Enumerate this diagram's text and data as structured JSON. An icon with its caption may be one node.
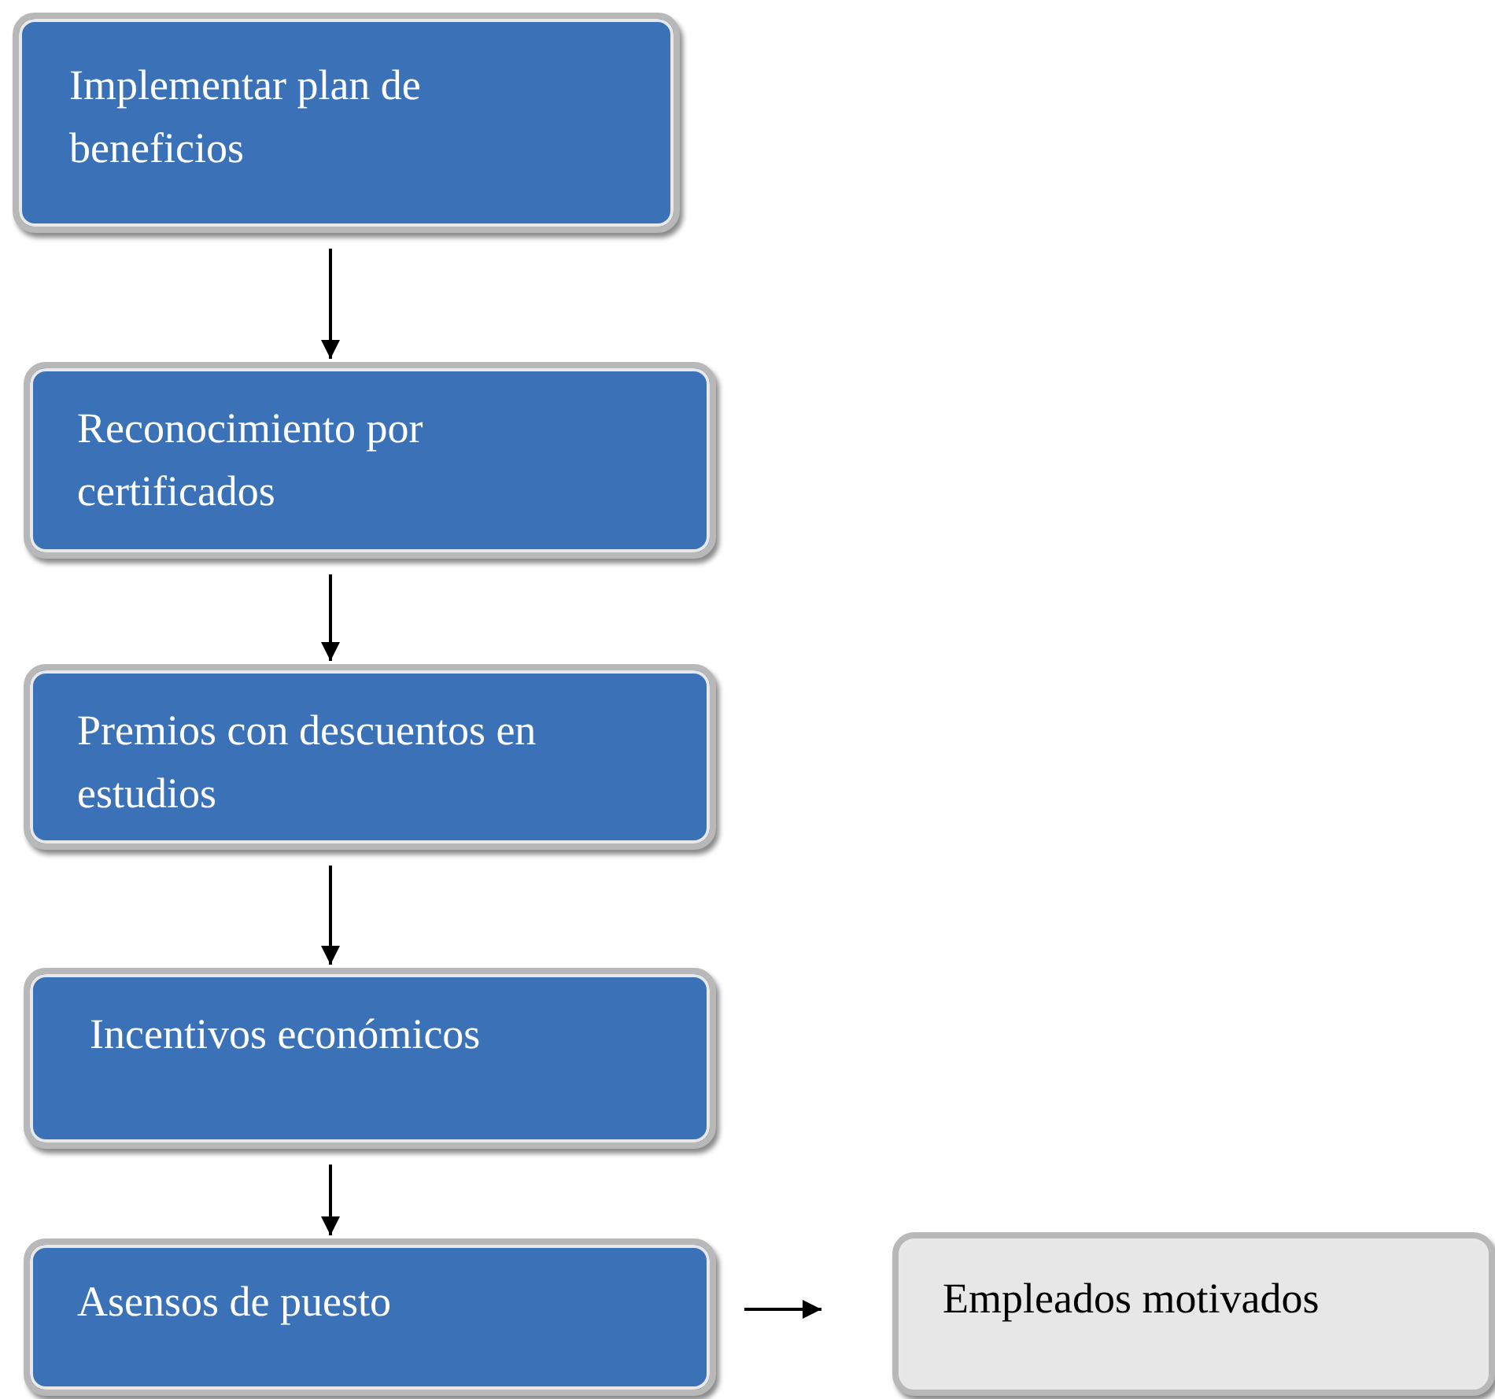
{
  "diagram": {
    "nodes": [
      {
        "text": [
          "Implementar plan de beneficios"
        ]
      },
      {
        "text": [
          "Reconocimiento por certificados"
        ]
      },
      {
        "text": [
          "Premios con descuentos en estudios"
        ]
      },
      {
        "text": [
          "Incentivos económicos"
        ]
      },
      {
        "text": [
          "Asensos de puesto"
        ]
      },
      {
        "text": [
          "Empleados motivados"
        ]
      }
    ],
    "edges": [
      {
        "from": 0,
        "to": 1,
        "arrow": "to"
      },
      {
        "from": 1,
        "to": 2,
        "arrow": "to"
      },
      {
        "from": 2,
        "to": 3,
        "arrow": "to"
      },
      {
        "from": 3,
        "to": 4,
        "arrow": "to"
      },
      {
        "from": 4,
        "to": 5,
        "arrow": "to"
      }
    ]
  }
}
